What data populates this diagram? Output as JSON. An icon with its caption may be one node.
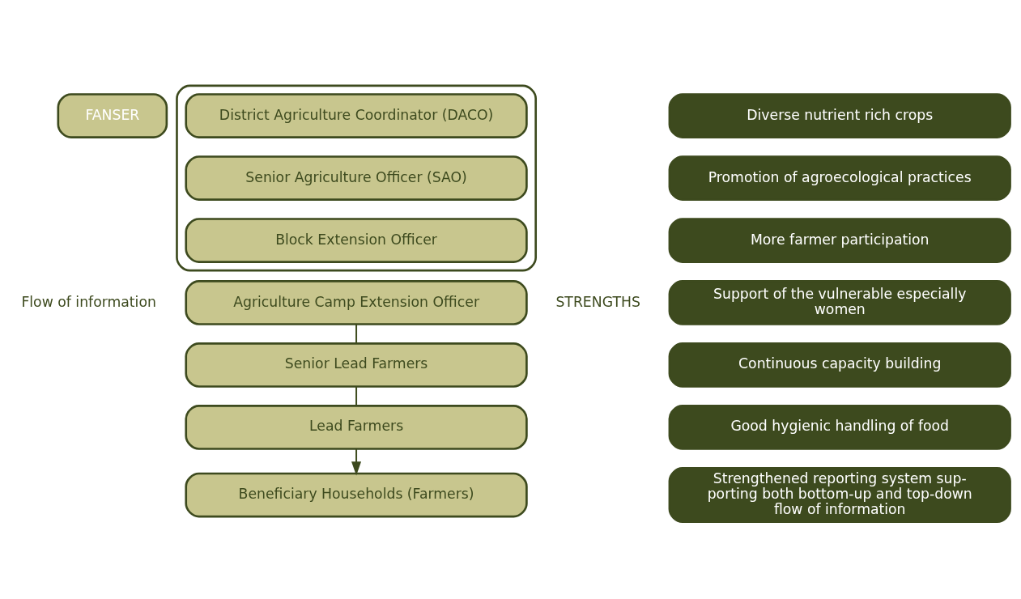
{
  "diagram": {
    "nodes": [
      {
        "text": [
          "FANSER"
        ]
      },
      {
        "text": [],
        "shape": "box"
      },
      {
        "text": [
          "District Agriculture Coordinator (DACO)"
        ],
        "in": 1
      },
      {
        "text": [
          "Senior Agriculture Officer (SAO)"
        ],
        "in": 1
      },
      {
        "text": [
          "Block Extension Officer"
        ],
        "in": 1
      },
      {
        "text": [
          "Agriculture Camp Extension Officer"
        ]
      },
      {
        "text": [
          "Senior Lead Farmers"
        ]
      },
      {
        "text": [
          "Lead Farmers"
        ]
      },
      {
        "text": [
          "Beneficiary Households (Farmers)"
        ]
      },
      {
        "text": [
          "Diverse nutrient rich crops"
        ]
      },
      {
        "text": [
          "Promotion of agroecological practices"
        ]
      },
      {
        "text": [
          "More farmer participation"
        ]
      },
      {
        "text": [
          "Support of the vulnerable especially women"
        ]
      },
      {
        "text": [
          "Continuous capacity building"
        ]
      },
      {
        "text": [
          "Good hygienic handling of food"
        ]
      },
      {
        "text": [
          "Strengthened reporting system sup- porting both bottom-up and top-down flow of information"
        ]
      }
    ],
    "edges": [
      {
        "from": 5,
        "to": 6,
        "arrow": "none"
      },
      {
        "from": 6,
        "to": 7,
        "arrow": "none"
      },
      {
        "from": 7,
        "to": 8,
        "arrow": "to"
      }
    ],
    "labels": [
      "Flow of information",
      "STRENGTHS"
    ]
  }
}
